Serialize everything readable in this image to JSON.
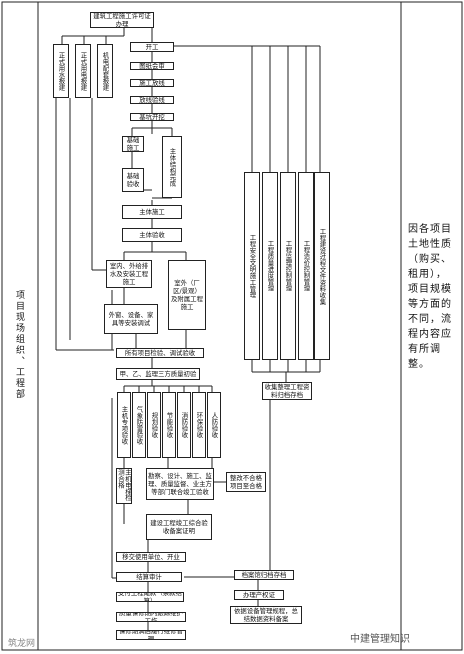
{
  "left_label": "项目现场组织、工程部",
  "right_note": "因各项目土地性质（购买、租用），项目规模等方面的不同，流程内容应有所调整。",
  "boxes": {
    "permit": "建筑工程施工许可证办理",
    "water": "正式用水报建",
    "power": "正式用电报建",
    "grid": "机电配套报建",
    "start": "开工",
    "survey": "图纸会审",
    "layout": "施工放线",
    "check_line": "放线验线",
    "excavation": "基坑开挖",
    "foundation": "基础施工",
    "foundation_accept": "基础验收",
    "main_struct_pour": "主体结构完成",
    "main_work": "主体施工",
    "main_accept": "主体验收",
    "mep_install": "室内、外给排水及安装工程施工",
    "outdoor": "室外（厂区/景观）及附属工程施工",
    "doors": "外窗、设备、家具等安装调试",
    "all_inspect": "所有项目检验、调试验收",
    "joint_check": "甲、乙、监理三方质量初验",
    "special_1": "主机专项验收",
    "special_2": "气象防雷验收",
    "special_3": "规划验收",
    "special_4": "节能验收",
    "special_5": "消防验收",
    "special_6": "环保验收",
    "special_7": "人防验收",
    "special_8": "档案资料验收",
    "final_main": "主机电梯检测合格",
    "joint_accept": "勘察、设计、施工、监理、质量监督、业主方等部门联合竣工验收",
    "rectify": "整改不合格项目至合格",
    "record": "建设工程竣工综合验收备案证明",
    "handover": "移交使用单位、开业",
    "settle": "结算审计",
    "pay": "支付工程尾款（余款结算）",
    "warranty": "质量保修期内跟踪维护工作",
    "maint": "保修期满后履行维修管理",
    "mgmt_1": "工程安全文明施工管理",
    "mgmt_2": "工程质量进度管理",
    "mgmt_3": "工程监理控制管理",
    "mgmt_4": "工程造价控制管理",
    "mgmt_5": "工程建设过程文件资料收集",
    "collect": "收集整理工程资料归档存档",
    "archive_1": "档案馆归档存档",
    "archive_2": "办理产权证",
    "archive_3": "依据设备管理规程，总结数据资料备案"
  },
  "watermark_left": "筑龙网",
  "watermark_right": "中建管理知识"
}
